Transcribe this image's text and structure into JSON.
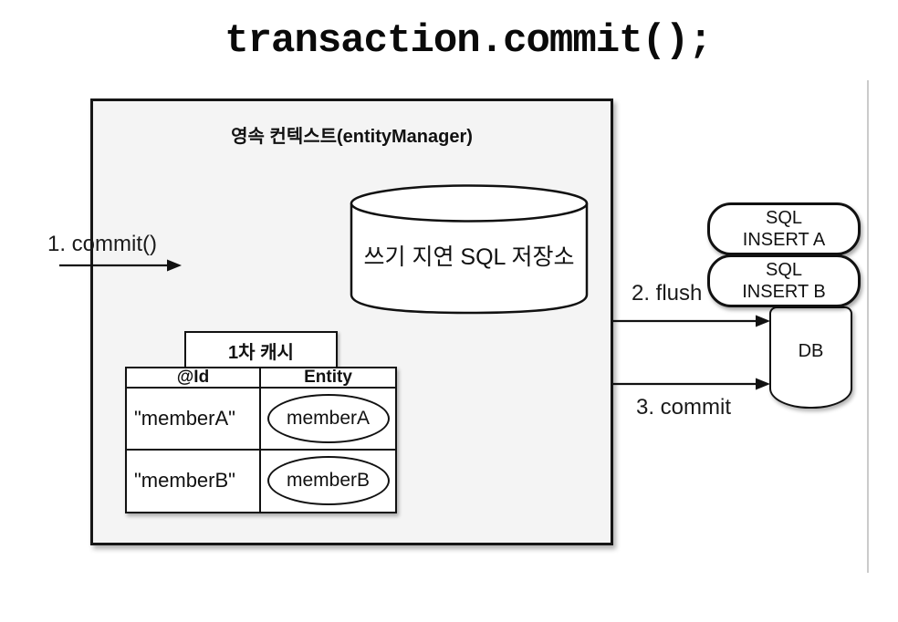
{
  "title": "transaction.commit();",
  "persistence_context": {
    "label": "영속 컨텍스트(entityManager)",
    "write_behind_storage": {
      "label": "쓰기 지연 SQL 저장소"
    },
    "first_level_cache": {
      "tab_label": "1차 캐시",
      "table": {
        "headers": [
          "@Id",
          "Entity"
        ],
        "rows": [
          {
            "id": "\"memberA\"",
            "entity": "memberA"
          },
          {
            "id": "\"memberB\"",
            "entity": "memberB"
          }
        ]
      }
    }
  },
  "annotations": {
    "commit_call": "1. commit()",
    "flush": "2. flush",
    "commit": "3. commit"
  },
  "sql_queue": [
    {
      "line1": "SQL",
      "line2": "INSERT A"
    },
    {
      "line1": "SQL",
      "line2": "INSERT B"
    }
  ],
  "database": {
    "label": "DB"
  },
  "colors": {
    "box_fill": "#f4f4f4",
    "outline": "#111111",
    "guide_line": "#cbcbcb"
  }
}
